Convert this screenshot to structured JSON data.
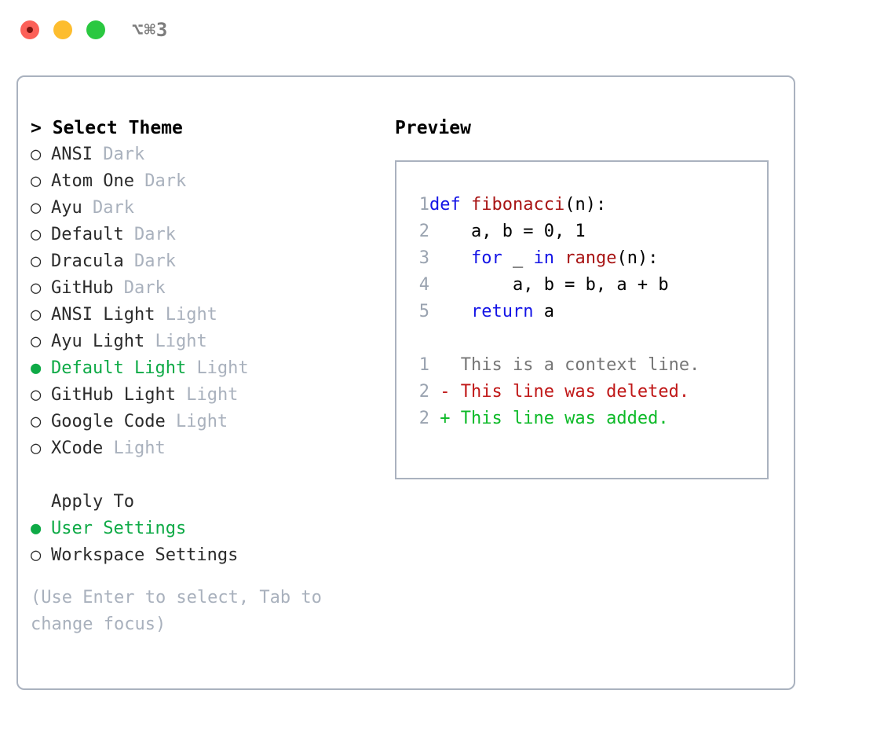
{
  "titlebar": {
    "shortcut": "⌥⌘3",
    "buttons": [
      {
        "name": "close",
        "color": "#fc6058"
      },
      {
        "name": "minimize",
        "color": "#fdbd2e"
      },
      {
        "name": "maximize",
        "color": "#2ac840"
      }
    ]
  },
  "theme_picker": {
    "header": "> Select Theme",
    "items": [
      {
        "marker": "○",
        "label": "ANSI",
        "meta": "Dark",
        "selected": false
      },
      {
        "marker": "○",
        "label": "Atom One",
        "meta": "Dark",
        "selected": false
      },
      {
        "marker": "○",
        "label": "Ayu",
        "meta": "Dark",
        "selected": false
      },
      {
        "marker": "○",
        "label": "Default",
        "meta": "Dark",
        "selected": false
      },
      {
        "marker": "○",
        "label": "Dracula",
        "meta": "Dark",
        "selected": false
      },
      {
        "marker": "○",
        "label": "GitHub",
        "meta": "Dark",
        "selected": false
      },
      {
        "marker": "○",
        "label": "ANSI Light",
        "meta": "Light",
        "selected": false
      },
      {
        "marker": "○",
        "label": "Ayu Light",
        "meta": "Light",
        "selected": false
      },
      {
        "marker": "●",
        "label": "Default Light",
        "meta": "Light",
        "selected": true
      },
      {
        "marker": "○",
        "label": "GitHub Light",
        "meta": "Light",
        "selected": false
      },
      {
        "marker": "○",
        "label": "Google Code",
        "meta": "Light",
        "selected": false
      },
      {
        "marker": "○",
        "label": "XCode",
        "meta": "Light",
        "selected": false
      }
    ]
  },
  "apply_to": {
    "header": "Apply To",
    "items": [
      {
        "marker": "●",
        "label": "User Settings",
        "selected": true
      },
      {
        "marker": "○",
        "label": "Workspace Settings",
        "selected": false
      }
    ]
  },
  "hint": "(Use Enter to select, Tab to change focus)",
  "preview": {
    "title": "Preview",
    "code_lines": [
      {
        "no": "1",
        "tokens": [
          {
            "t": "def ",
            "c": "kw"
          },
          {
            "t": "fibonacci",
            "c": "fn"
          },
          {
            "t": "(n):",
            "c": "plain"
          }
        ]
      },
      {
        "no": "2",
        "tokens": [
          {
            "t": "    a, b = 0, 1",
            "c": "plain"
          }
        ]
      },
      {
        "no": "3",
        "tokens": [
          {
            "t": "    ",
            "c": "plain"
          },
          {
            "t": "for",
            "c": "kw"
          },
          {
            "t": " _ ",
            "c": "plain"
          },
          {
            "t": "in",
            "c": "kw"
          },
          {
            "t": " ",
            "c": "plain"
          },
          {
            "t": "range",
            "c": "fn"
          },
          {
            "t": "(n):",
            "c": "plain"
          }
        ]
      },
      {
        "no": "4",
        "tokens": [
          {
            "t": "        a, b = b, a + b",
            "c": "plain"
          }
        ]
      },
      {
        "no": "5",
        "tokens": [
          {
            "t": "    ",
            "c": "plain"
          },
          {
            "t": "return",
            "c": "kw"
          },
          {
            "t": " a",
            "c": "plain"
          }
        ]
      }
    ],
    "diff_lines": [
      {
        "no": "1",
        "tokens": [
          {
            "t": "   This is a context line.",
            "c": "ctx"
          }
        ]
      },
      {
        "no": "2",
        "tokens": [
          {
            "t": " - This line was deleted.",
            "c": "del"
          }
        ]
      },
      {
        "no": "2",
        "tokens": [
          {
            "t": " + This line was added.",
            "c": "add"
          }
        ]
      }
    ]
  },
  "colors": {
    "accent_green": "#0eaa46",
    "border": "#aab2bf",
    "muted": "#a9b1bd",
    "keyword": "#1414e6",
    "function": "#a81414",
    "diff_add": "#0dba28",
    "diff_del": "#c01818",
    "line_number": "#9aa3b0"
  }
}
